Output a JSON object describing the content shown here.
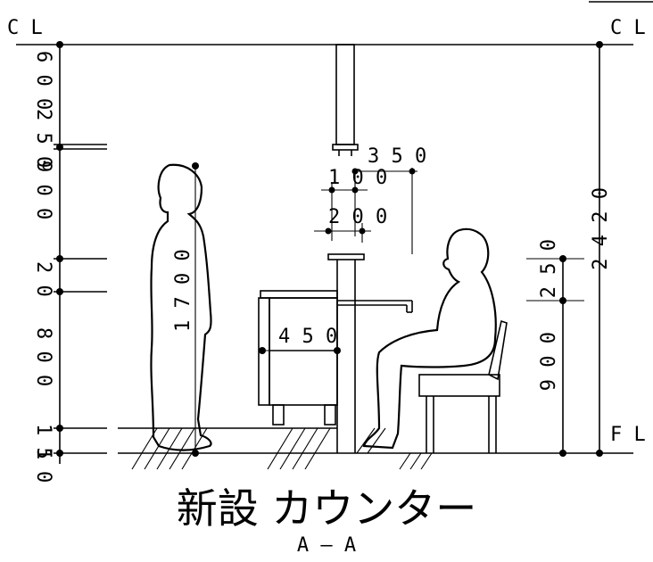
{
  "labels": {
    "cl_left": "C L",
    "cl_right": "C L",
    "fl": "F L"
  },
  "left_dims": [
    {
      "id": "d600",
      "text": "6 0 0"
    },
    {
      "id": "d900",
      "text": "9 0 0"
    },
    {
      "id": "d250",
      "text": "2 5 0"
    },
    {
      "id": "d20",
      "text": "2 0"
    },
    {
      "id": "d800",
      "text": "8 0 0"
    },
    {
      "id": "d150",
      "text": "1 5 0"
    },
    {
      "id": "d1",
      "text": "1"
    }
  ],
  "right_dims": [
    {
      "id": "r2420",
      "text": "2 4 2 0"
    },
    {
      "id": "r250",
      "text": "2 5 0"
    },
    {
      "id": "r900",
      "text": "9 0 0"
    }
  ],
  "inner_dims": [
    {
      "id": "i1700",
      "text": "1 7 0 0"
    },
    {
      "id": "i350",
      "text": "3 5 0"
    },
    {
      "id": "i100",
      "text": "1 0 0"
    },
    {
      "id": "i200",
      "text": "2 0 0"
    },
    {
      "id": "i450",
      "text": "4 5 0"
    }
  ],
  "title": "新設 カウンター",
  "subtitle": "A — A"
}
